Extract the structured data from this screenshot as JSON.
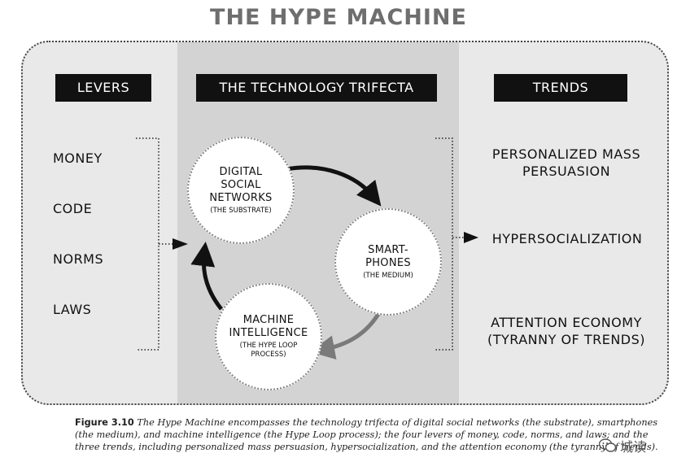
{
  "title": "THE HYPE MACHINE",
  "headers": {
    "levers": "LEVERS",
    "trifecta": "THE TECHNOLOGY TRIFECTA",
    "trends": "TRENDS"
  },
  "levers": [
    "MONEY",
    "CODE",
    "NORMS",
    "LAWS"
  ],
  "trifecta": {
    "networks": {
      "label": "DIGITAL\nSOCIAL\nNETWORKS",
      "sub": "(THE SUBSTRATE)"
    },
    "phones": {
      "label": "SMART-\nPHONES",
      "sub": "(THE MEDIUM)"
    },
    "intelligence": {
      "label": "MACHINE\nINTELLIGENCE",
      "sub": "(THE HYPE LOOP\nPROCESS)"
    }
  },
  "trends": [
    "PERSONALIZED MASS\nPERSUASION",
    "HYPERSOCIALIZATION",
    "ATTENTION ECONOMY\n(TYRANNY OF TRENDS)"
  ],
  "caption": {
    "label": "Figure 3.10",
    "text": "The Hype Machine encompasses the technology trifecta of digital social networks (the substrate), smartphones (the medium), and machine intelligence (the Hype Loop process); the four levers of money, code, norms, and laws; and the three trends, including personalized mass persuasion, hypersocialization, and the attention economy (the tyranny of trends)."
  },
  "watermark": "城读",
  "colors": {
    "arrow_dark": "#111111",
    "arrow_gray": "#7a7a7a",
    "center_panel": "#d3d3d3",
    "outer_panel": "#e9e9e9",
    "title": "#6e6e6e"
  }
}
